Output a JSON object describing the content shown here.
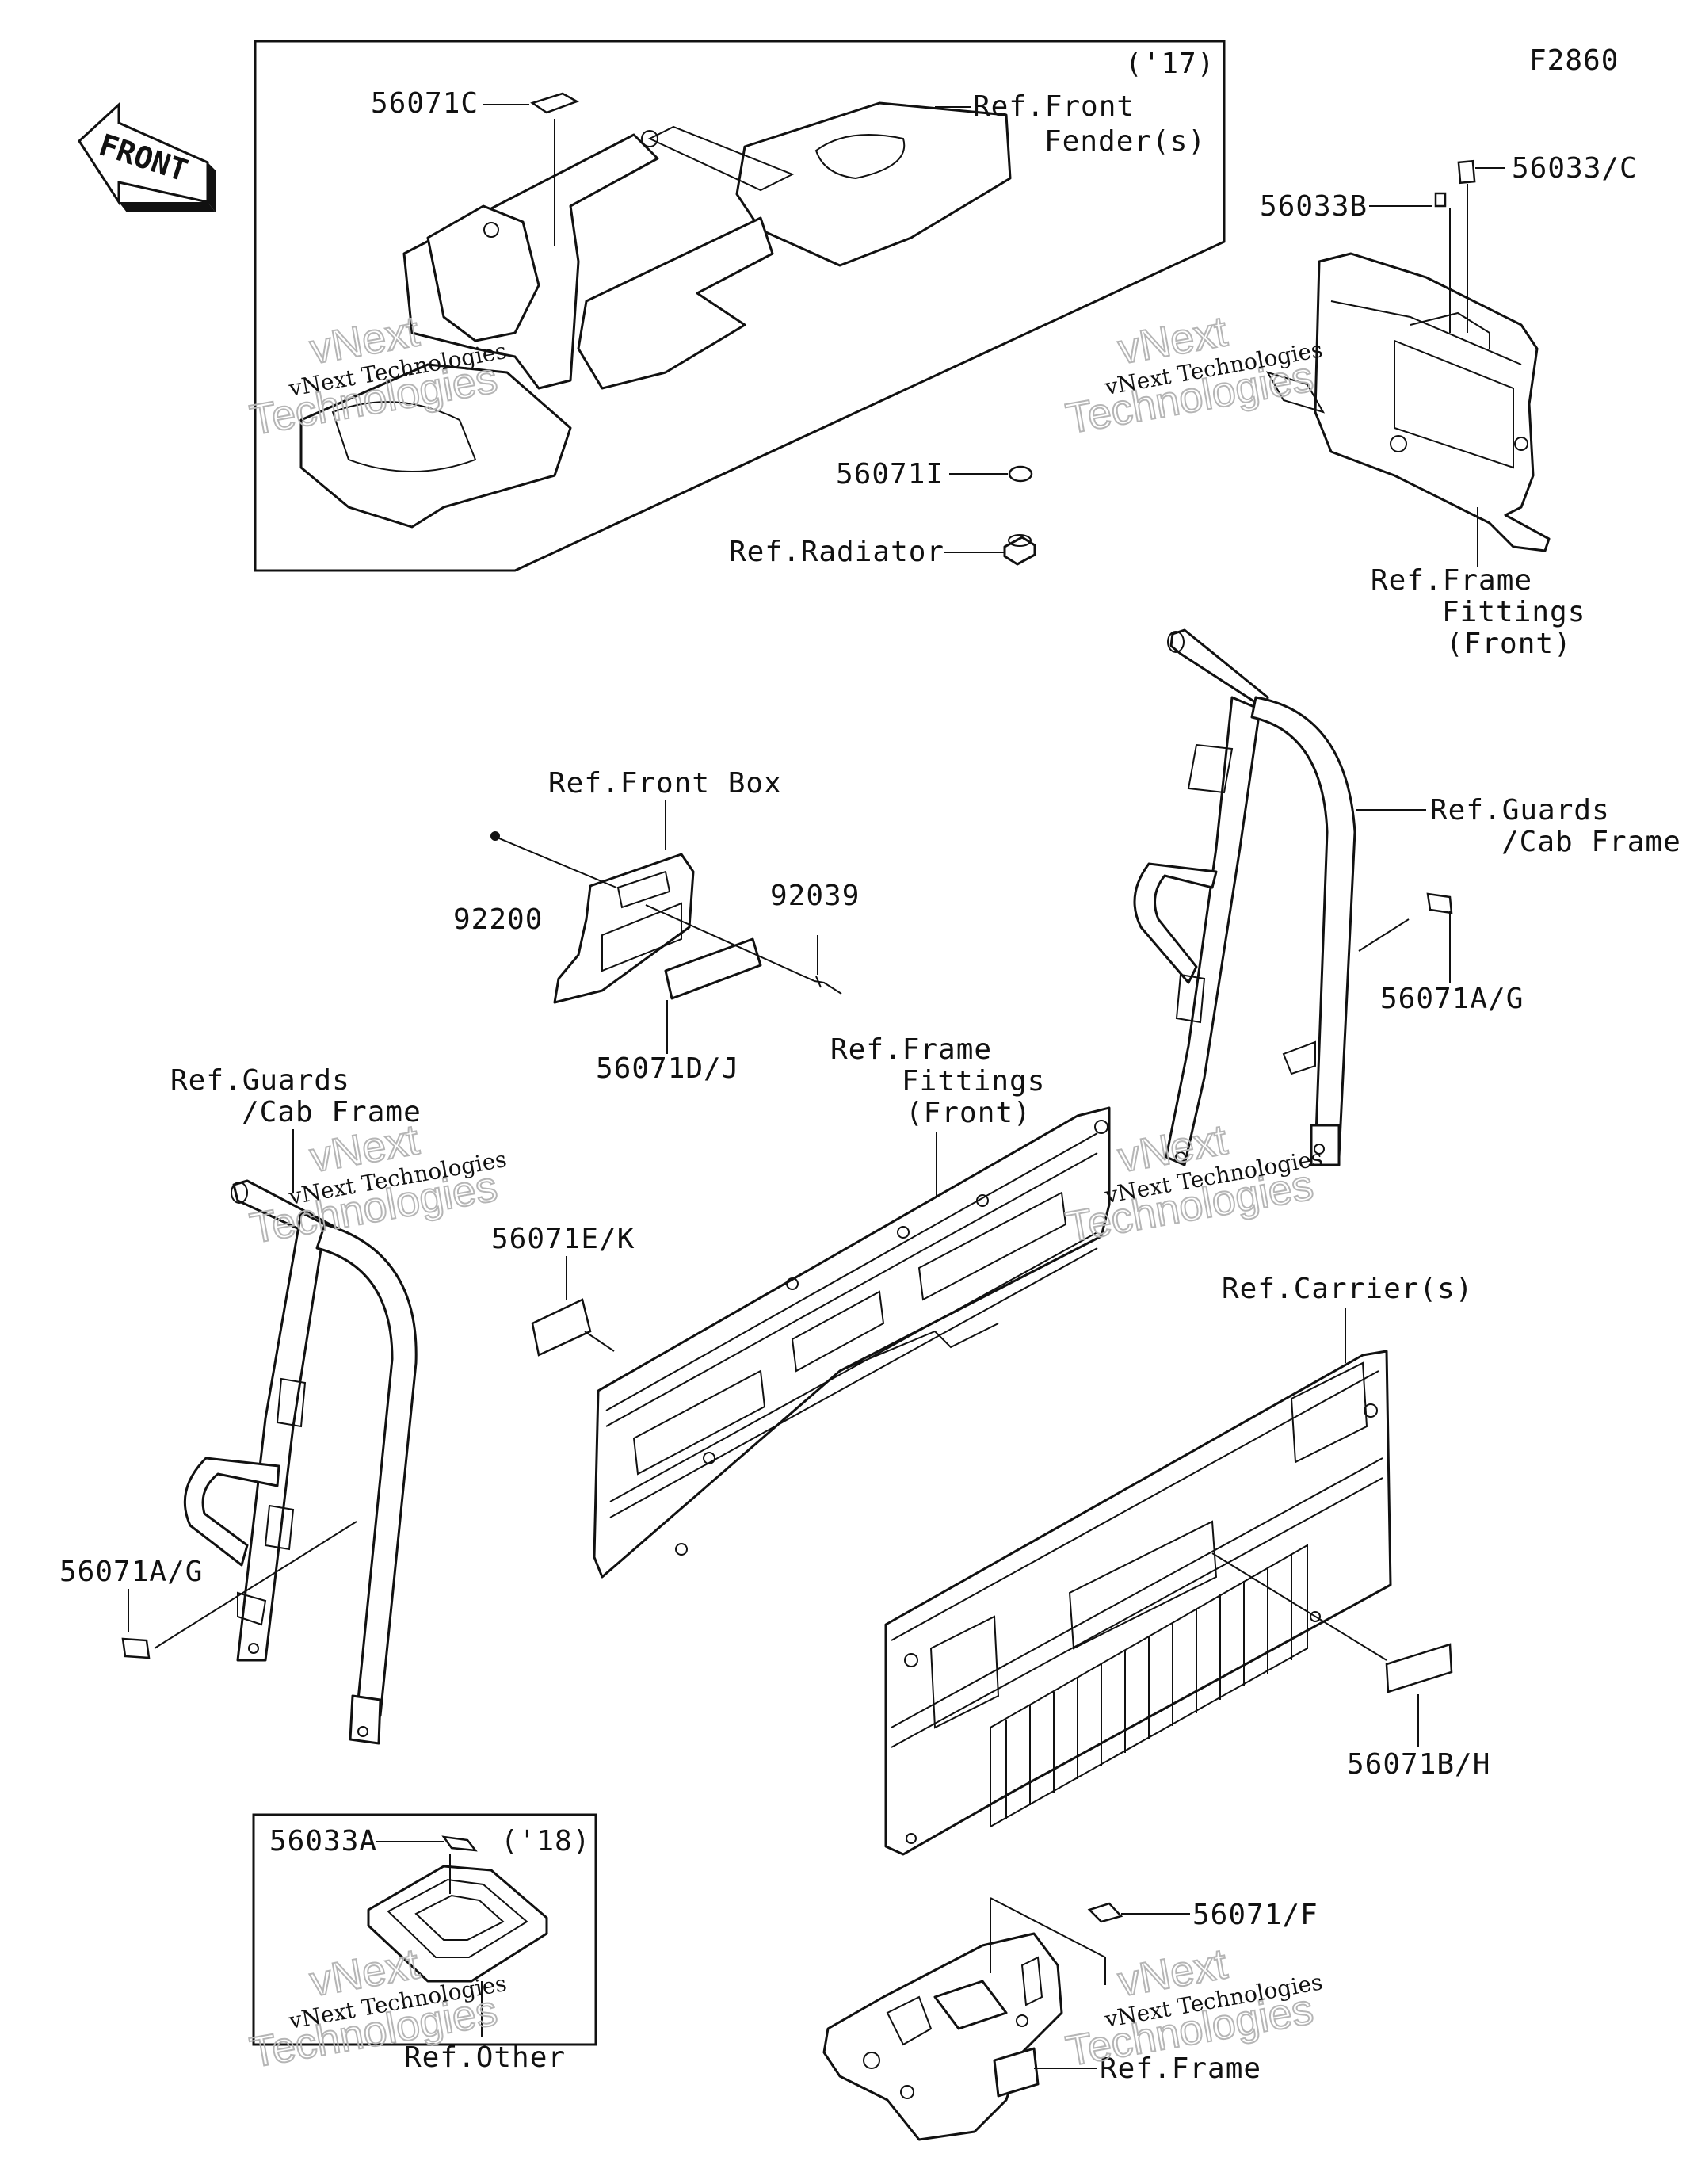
{
  "figure_code": "F2860",
  "front_arrow": {
    "label": "FRONT",
    "icon": "front-direction-arrow-icon"
  },
  "watermark": {
    "line1": "vNext Technologies",
    "line2": "vNext",
    "line3": "Technologies"
  },
  "inset_top": {
    "year": "('17)",
    "labels": {
      "part": "56071C",
      "ref1": "Ref.Front",
      "ref2": "Fender(s)"
    }
  },
  "inset_bottom": {
    "year": "('18)",
    "labels": {
      "part": "56033A",
      "ref": "Ref.Other"
    }
  },
  "labels": {
    "p56033c": "56033/C",
    "p56033b": "56033B",
    "p56071i": "56071I",
    "ref_radiator": "Ref.Radiator",
    "ref_frame_fit_r_1": "Ref.Frame",
    "ref_frame_fit_r_2": "Fittings",
    "ref_frame_fit_r_3": "(Front)",
    "ref_front_box": "Ref.Front Box",
    "p92200": "92200",
    "p92039": "92039",
    "p56071dj": "56071D/J",
    "ref_guards_r_1": "Ref.Guards",
    "ref_guards_r_2": "/Cab Frame",
    "p56071ag_r": "56071A/G",
    "ref_frame_fit_c_1": "Ref.Frame",
    "ref_frame_fit_c_2": "Fittings",
    "ref_frame_fit_c_3": "(Front)",
    "ref_guards_l_1": "Ref.Guards",
    "ref_guards_l_2": "/Cab Frame",
    "p56071ek": "56071E/K",
    "ref_carriers": "Ref.Carrier(s)",
    "p56071ag_l": "56071A/G",
    "p56071bh": "56071B/H",
    "p56071f": "56071/F",
    "ref_frame": "Ref.Frame"
  }
}
